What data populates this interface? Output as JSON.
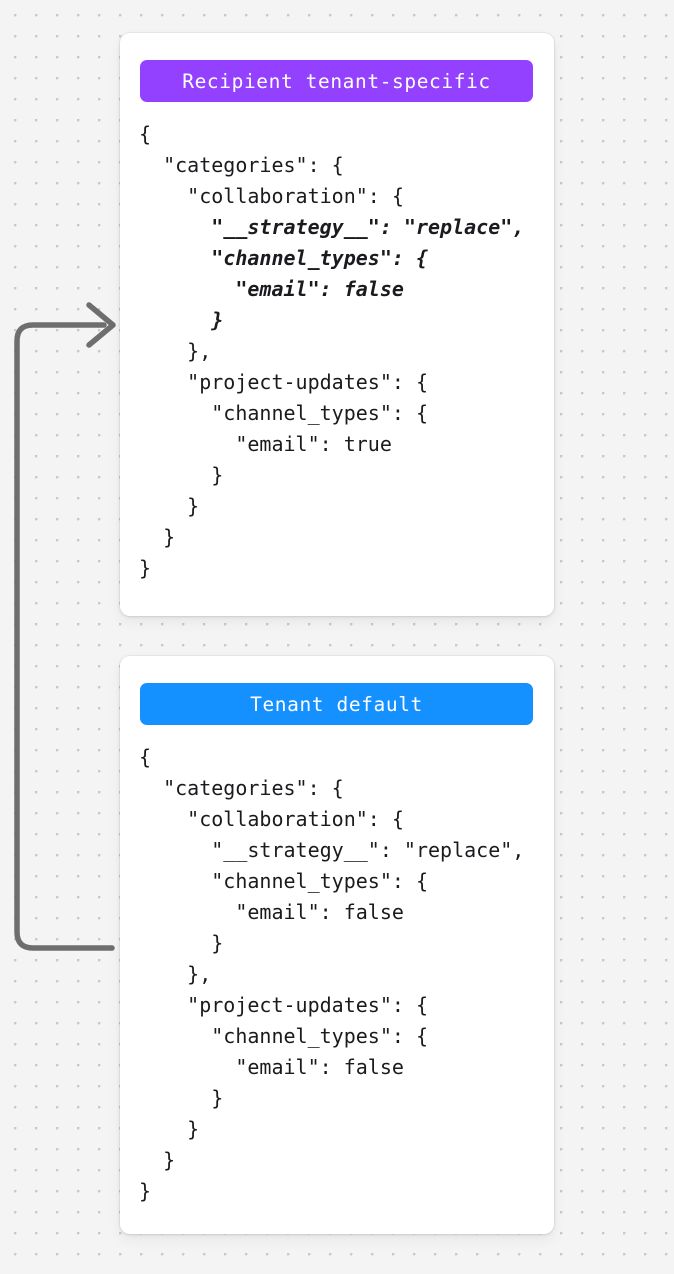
{
  "canvas": {
    "background_color": "#f4f4f4",
    "dot_color": "#c9c9c9",
    "connector": {
      "name": "merge-arrow",
      "color": "#6e6e6e",
      "direction": "from tenant-default card up into recipient tenant-specific card"
    }
  },
  "cards": [
    {
      "id": "recipient-tenant-specific",
      "badge_label": "Recipient tenant-specific",
      "badge_color": "#9340ff",
      "badge_text_color": "#ffffff",
      "lines": [
        {
          "text": "{",
          "highlight": false
        },
        {
          "text": "  \"categories\": {",
          "highlight": false
        },
        {
          "text": "    \"collaboration\": {",
          "highlight": false
        },
        {
          "text": "      \"__strategy__\": \"replace\",",
          "highlight": true
        },
        {
          "text": "      \"channel_types\": {",
          "highlight": true
        },
        {
          "text": "        \"email\": false",
          "highlight": true
        },
        {
          "text": "      }",
          "highlight": true
        },
        {
          "text": "    },",
          "highlight": false
        },
        {
          "text": "    \"project-updates\": {",
          "highlight": false
        },
        {
          "text": "      \"channel_types\": {",
          "highlight": false
        },
        {
          "text": "        \"email\": true",
          "highlight": false
        },
        {
          "text": "      }",
          "highlight": false
        },
        {
          "text": "    }",
          "highlight": false
        },
        {
          "text": "  }",
          "highlight": false
        },
        {
          "text": "}",
          "highlight": false
        }
      ]
    },
    {
      "id": "tenant-default",
      "badge_label": "Tenant default",
      "badge_color": "#1490ff",
      "badge_text_color": "#ffffff",
      "lines": [
        {
          "text": "{",
          "highlight": false
        },
        {
          "text": "  \"categories\": {",
          "highlight": false
        },
        {
          "text": "    \"collaboration\": {",
          "highlight": false
        },
        {
          "text": "      \"__strategy__\": \"replace\",",
          "highlight": false
        },
        {
          "text": "      \"channel_types\": {",
          "highlight": false
        },
        {
          "text": "        \"email\": false",
          "highlight": false
        },
        {
          "text": "      }",
          "highlight": false
        },
        {
          "text": "    },",
          "highlight": false
        },
        {
          "text": "    \"project-updates\": {",
          "highlight": false
        },
        {
          "text": "      \"channel_types\": {",
          "highlight": false
        },
        {
          "text": "        \"email\": false",
          "highlight": false
        },
        {
          "text": "      }",
          "highlight": false
        },
        {
          "text": "    }",
          "highlight": false
        },
        {
          "text": "  }",
          "highlight": false
        },
        {
          "text": "}",
          "highlight": false
        }
      ]
    }
  ]
}
